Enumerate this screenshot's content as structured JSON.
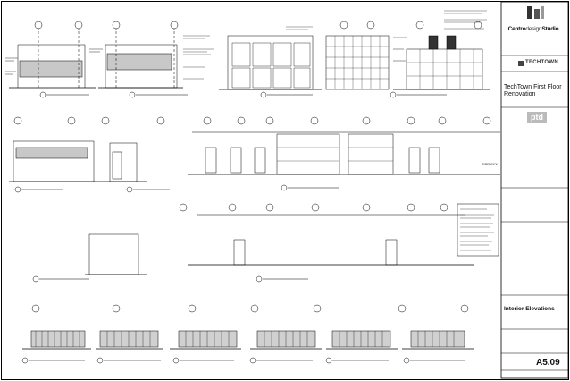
{
  "title_block": {
    "firm_name_bold": "Centro",
    "firm_name_light": "design",
    "firm_name_end": "Studio",
    "client_logo_text": "TECHTOWN",
    "project_title": "TechTown First Floor Renovation",
    "consultant_name": "ptd",
    "sheet_title": "Interior Elevations",
    "sheet_number": "A5.09"
  },
  "drawing": {
    "materials_label": "FIREBRICK"
  }
}
